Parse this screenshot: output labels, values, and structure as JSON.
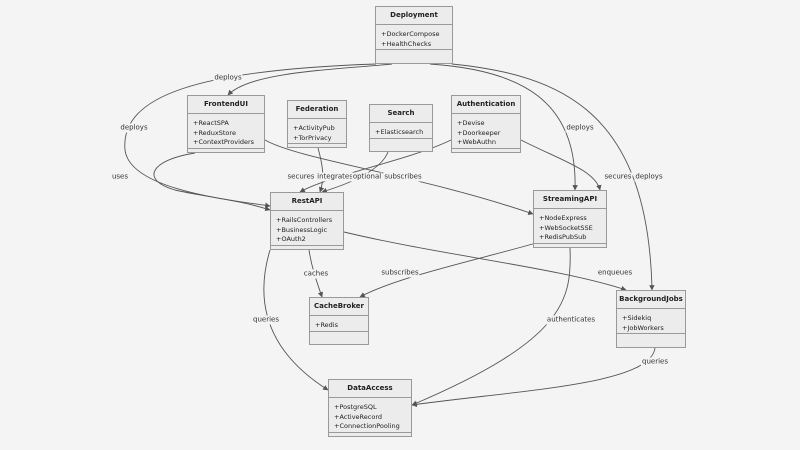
{
  "diagram": {
    "nodes": [
      {
        "id": "Deployment",
        "title": "Deployment",
        "items": [
          "+DockerCompose",
          "+HealthChecks"
        ]
      },
      {
        "id": "FrontendUI",
        "title": "FrontendUI",
        "items": [
          "+ReactSPA",
          "+ReduxStore",
          "+ContextProviders"
        ]
      },
      {
        "id": "Federation",
        "title": "Federation",
        "items": [
          "+ActivityPub",
          "+TorPrivacy"
        ]
      },
      {
        "id": "Search",
        "title": "Search",
        "items": [
          "+Elasticsearch"
        ]
      },
      {
        "id": "Authentication",
        "title": "Authentication",
        "items": [
          "+Devise",
          "+Doorkeeper",
          "+WebAuthn"
        ]
      },
      {
        "id": "RestAPI",
        "title": "RestAPI",
        "items": [
          "+RailsControllers",
          "+BusinessLogic",
          "+OAuth2"
        ]
      },
      {
        "id": "StreamingAPI",
        "title": "StreamingAPI",
        "items": [
          "+NodeExpress",
          "+WebSocketSSE",
          "+RedisPubSub"
        ]
      },
      {
        "id": "CacheBroker",
        "title": "CacheBroker",
        "items": [
          "+Redis"
        ]
      },
      {
        "id": "BackgroundJobs",
        "title": "BackgroundJobs",
        "items": [
          "+Sidekiq",
          "+JobWorkers"
        ]
      },
      {
        "id": "DataAccess",
        "title": "DataAccess",
        "items": [
          "+PostgreSQL",
          "+ActiveRecord",
          "+ConnectionPooling"
        ]
      }
    ],
    "edges": [
      {
        "from": "Deployment",
        "to": "FrontendUI",
        "label": "deploys"
      },
      {
        "from": "Deployment",
        "to": "RestAPI",
        "label": "deploys"
      },
      {
        "from": "Deployment",
        "to": "StreamingAPI",
        "label": "deploys"
      },
      {
        "from": "Deployment",
        "to": "BackgroundJobs",
        "label": "deploys"
      },
      {
        "from": "FrontendUI",
        "to": "RestAPI",
        "label": "uses"
      },
      {
        "from": "FrontendUI",
        "to": "StreamingAPI",
        "label": "subscribes"
      },
      {
        "from": "Authentication",
        "to": "RestAPI",
        "label": "secures"
      },
      {
        "from": "Authentication",
        "to": "StreamingAPI",
        "label": "secures"
      },
      {
        "from": "Federation",
        "to": "RestAPI",
        "label": "integrates"
      },
      {
        "from": "Search",
        "to": "RestAPI",
        "label": "optional"
      },
      {
        "from": "RestAPI",
        "to": "CacheBroker",
        "label": "caches"
      },
      {
        "from": "RestAPI",
        "to": "BackgroundJobs",
        "label": "enqueues"
      },
      {
        "from": "RestAPI",
        "to": "DataAccess",
        "label": "queries"
      },
      {
        "from": "StreamingAPI",
        "to": "CacheBroker",
        "label": "subscribes"
      },
      {
        "from": "StreamingAPI",
        "to": "DataAccess",
        "label": "authenticates"
      },
      {
        "from": "BackgroundJobs",
        "to": "DataAccess",
        "label": "queries"
      }
    ]
  }
}
